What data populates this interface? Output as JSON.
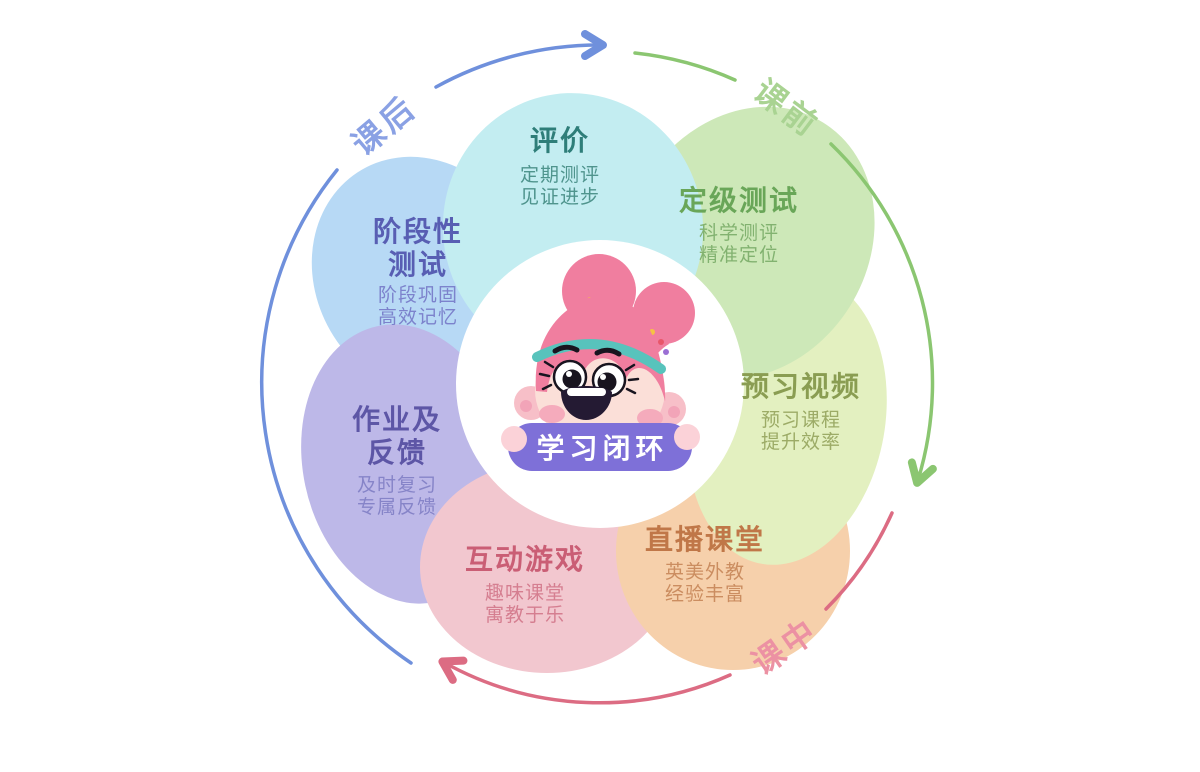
{
  "diagram": {
    "badge": {
      "label": "学习闭环",
      "color": "#7e70d8"
    },
    "phases": [
      {
        "label": "课后",
        "line_color": "#6f90dc",
        "text_color": "#8aa1e4"
      },
      {
        "label": "课前",
        "line_color": "#8bc671",
        "text_color": "#a9d392"
      },
      {
        "label": "课中",
        "line_color": "#dc6c83",
        "text_color": "#ec91a3"
      }
    ],
    "petals": [
      {
        "id": "evaluation",
        "title_lines": [
          "评价"
        ],
        "desc_lines": [
          "定期测评",
          "见证进步"
        ],
        "fill": "#c3edf1",
        "title_color": "#2e7e79",
        "desc_color": "#4f948d"
      },
      {
        "id": "level-test",
        "title_lines": [
          "定级测试"
        ],
        "desc_lines": [
          "科学测评",
          "精准定位"
        ],
        "fill": "#cde8b8",
        "title_color": "#69a658",
        "desc_color": "#82b270"
      },
      {
        "id": "preview-video",
        "title_lines": [
          "预习视频"
        ],
        "desc_lines": [
          "预习课程",
          "提升效率"
        ],
        "fill": "#e3f0c0",
        "title_color": "#8a9d52",
        "desc_color": "#9cab66"
      },
      {
        "id": "live-class",
        "title_lines": [
          "直播课堂"
        ],
        "desc_lines": [
          "英美外教",
          "经验丰富"
        ],
        "fill": "#f6d0ab",
        "title_color": "#c07748",
        "desc_color": "#cb8d60"
      },
      {
        "id": "interactive-game",
        "title_lines": [
          "互动游戏"
        ],
        "desc_lines": [
          "趣味课堂",
          "寓教于乐"
        ],
        "fill": "#f2c7cf",
        "title_color": "#ca5e75",
        "desc_color": "#d57e90"
      },
      {
        "id": "homework-feedback",
        "title_lines": [
          "作业及",
          "反馈"
        ],
        "desc_lines": [
          "及时复习",
          "专属反馈"
        ],
        "fill": "#bdb8e8",
        "title_color": "#5d56a6",
        "desc_color": "#8684c8"
      },
      {
        "id": "stage-test",
        "title_lines": [
          "阶段性",
          "测试"
        ],
        "desc_lines": [
          "阶段巩固",
          "高效记忆"
        ],
        "fill": "#b7d9f5",
        "title_color": "#585eb3",
        "desc_color": "#7c82cc"
      }
    ]
  }
}
